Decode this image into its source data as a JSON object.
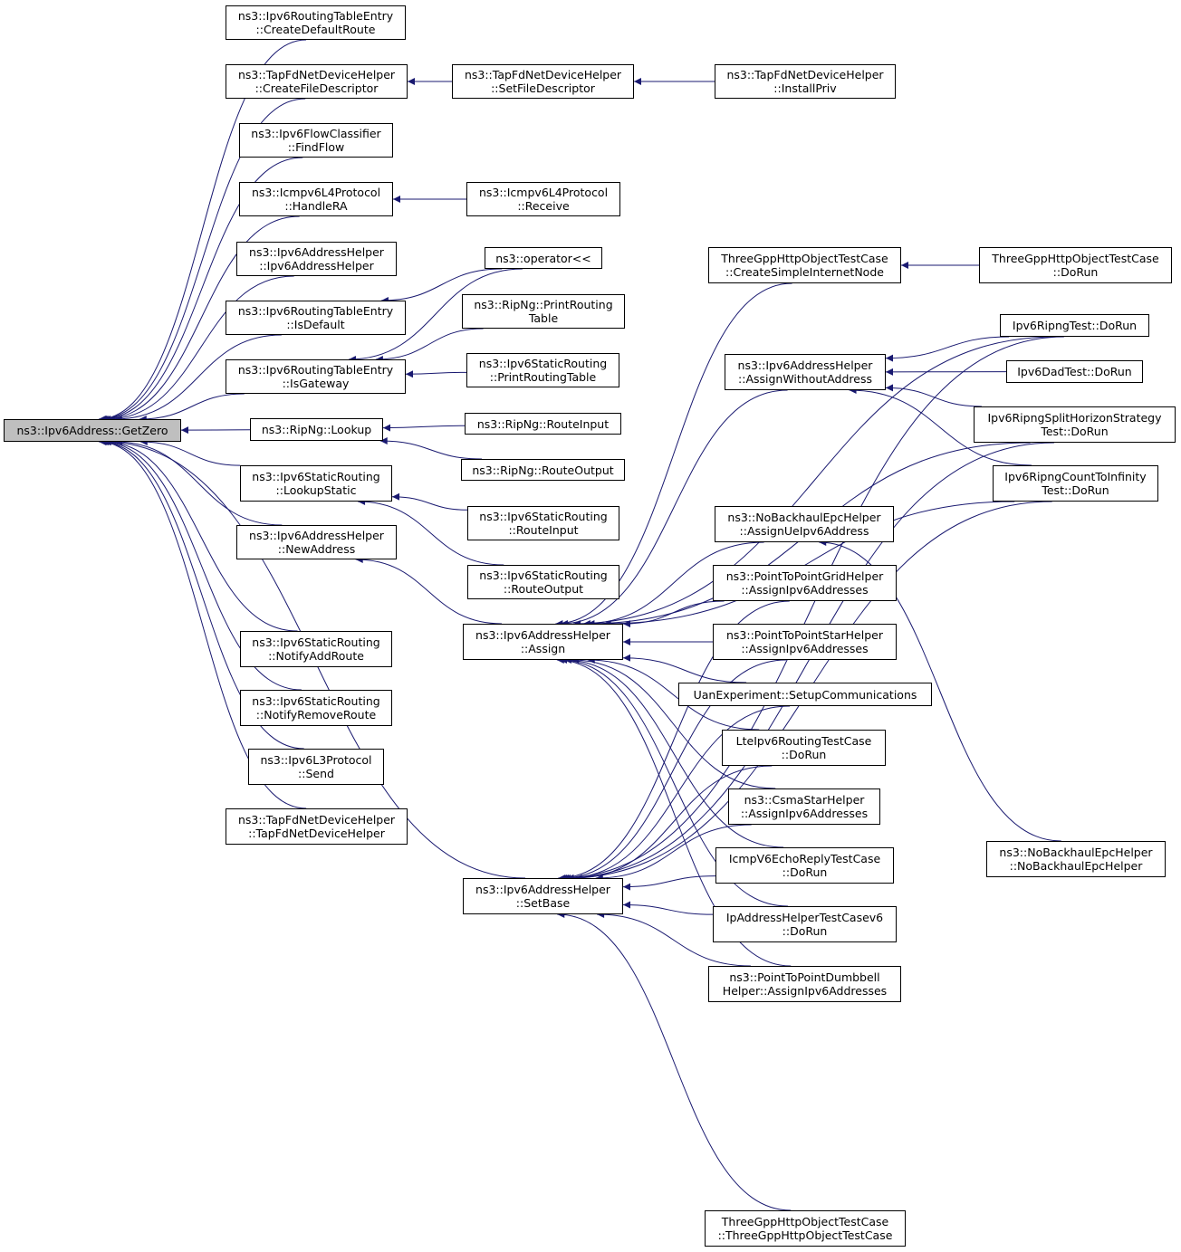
{
  "colors": {
    "edge": "#191970",
    "root_fill": "#bfbfbf",
    "node_fill": "#ffffff",
    "border": "#000000"
  },
  "nodes": [
    {
      "id": "root",
      "lines": [
        "ns3::Ipv6Address::GetZero"
      ],
      "root": true
    },
    {
      "id": "createDefaultRoute",
      "lines": [
        "ns3::Ipv6RoutingTableEntry",
        "::CreateDefaultRoute"
      ]
    },
    {
      "id": "tapCreateFD",
      "lines": [
        "ns3::TapFdNetDeviceHelper",
        "::CreateFileDescriptor"
      ]
    },
    {
      "id": "tapSetFD",
      "lines": [
        "ns3::TapFdNetDeviceHelper",
        "::SetFileDescriptor"
      ]
    },
    {
      "id": "tapInstallPriv",
      "lines": [
        "ns3::TapFdNetDeviceHelper",
        "::InstallPriv"
      ]
    },
    {
      "id": "findFlow",
      "lines": [
        "ns3::Ipv6FlowClassifier",
        "::FindFlow"
      ]
    },
    {
      "id": "handleRA",
      "lines": [
        "ns3::Icmpv6L4Protocol",
        "::HandleRA"
      ]
    },
    {
      "id": "icmpReceive",
      "lines": [
        "ns3::Icmpv6L4Protocol",
        "::Receive"
      ]
    },
    {
      "id": "addrHelperCtor",
      "lines": [
        "ns3::Ipv6AddressHelper",
        "::Ipv6AddressHelper"
      ]
    },
    {
      "id": "isDefault",
      "lines": [
        "ns3::Ipv6RoutingTableEntry",
        "::IsDefault"
      ]
    },
    {
      "id": "opShift",
      "lines": [
        "ns3::operator<<"
      ]
    },
    {
      "id": "ripPrintTable",
      "lines": [
        "ns3::RipNg::PrintRouting",
        "Table"
      ]
    },
    {
      "id": "isGateway",
      "lines": [
        "ns3::Ipv6RoutingTableEntry",
        "::IsGateway"
      ]
    },
    {
      "id": "staticPrintTable",
      "lines": [
        "ns3::Ipv6StaticRouting",
        "::PrintRoutingTable"
      ]
    },
    {
      "id": "ripLookup",
      "lines": [
        "ns3::RipNg::Lookup"
      ]
    },
    {
      "id": "ripRouteInput",
      "lines": [
        "ns3::RipNg::RouteInput"
      ]
    },
    {
      "id": "ripRouteOutput",
      "lines": [
        "ns3::RipNg::RouteOutput"
      ]
    },
    {
      "id": "lookupStatic",
      "lines": [
        "ns3::Ipv6StaticRouting",
        "::LookupStatic"
      ]
    },
    {
      "id": "staticRouteInput",
      "lines": [
        "ns3::Ipv6StaticRouting",
        "::RouteInput"
      ]
    },
    {
      "id": "newAddress",
      "lines": [
        "ns3::Ipv6AddressHelper",
        "::NewAddress"
      ]
    },
    {
      "id": "staticRouteOutput",
      "lines": [
        "ns3::Ipv6StaticRouting",
        "::RouteOutput"
      ]
    },
    {
      "id": "assign",
      "lines": [
        "ns3::Ipv6AddressHelper",
        "::Assign"
      ]
    },
    {
      "id": "notifyAdd",
      "lines": [
        "ns3::Ipv6StaticRouting",
        "::NotifyAddRoute"
      ]
    },
    {
      "id": "notifyRemove",
      "lines": [
        "ns3::Ipv6StaticRouting",
        "::NotifyRemoveRoute"
      ]
    },
    {
      "id": "l3Send",
      "lines": [
        "ns3::Ipv6L3Protocol",
        "::Send"
      ]
    },
    {
      "id": "tapCtor",
      "lines": [
        "ns3::TapFdNetDeviceHelper",
        "::TapFdNetDeviceHelper"
      ]
    },
    {
      "id": "setBase",
      "lines": [
        "ns3::Ipv6AddressHelper",
        "::SetBase"
      ]
    },
    {
      "id": "httpCreateNode",
      "lines": [
        "ThreeGppHttpObjectTestCase",
        "::CreateSimpleInternetNode"
      ]
    },
    {
      "id": "httpDoRun",
      "lines": [
        "ThreeGppHttpObjectTestCase",
        "::DoRun"
      ]
    },
    {
      "id": "ripngTest",
      "lines": [
        "Ipv6RipngTest::DoRun"
      ]
    },
    {
      "id": "assignWithout",
      "lines": [
        "ns3::Ipv6AddressHelper",
        "::AssignWithoutAddress"
      ]
    },
    {
      "id": "dadTest",
      "lines": [
        "Ipv6DadTest::DoRun"
      ]
    },
    {
      "id": "splitHorizon",
      "lines": [
        "Ipv6RipngSplitHorizonStrategy",
        "Test::DoRun"
      ]
    },
    {
      "id": "countToInf",
      "lines": [
        "Ipv6RipngCountToInfinity",
        "Test::DoRun"
      ]
    },
    {
      "id": "assignUeIpv6",
      "lines": [
        "ns3::NoBackhaulEpcHelper",
        "::AssignUeIpv6Address"
      ]
    },
    {
      "id": "gridAssign",
      "lines": [
        "ns3::PointToPointGridHelper",
        "::AssignIpv6Addresses"
      ]
    },
    {
      "id": "starAssign",
      "lines": [
        "ns3::PointToPointStarHelper",
        "::AssignIpv6Addresses"
      ]
    },
    {
      "id": "uanSetup",
      "lines": [
        "UanExperiment::SetupCommunications"
      ]
    },
    {
      "id": "lteTest",
      "lines": [
        "LteIpv6RoutingTestCase",
        "::DoRun"
      ]
    },
    {
      "id": "csmaStar",
      "lines": [
        "ns3::CsmaStarHelper",
        "::AssignIpv6Addresses"
      ]
    },
    {
      "id": "icmpEcho",
      "lines": [
        "IcmpV6EchoReplyTestCase",
        "::DoRun"
      ]
    },
    {
      "id": "noBackhaulCtor",
      "lines": [
        "ns3::NoBackhaulEpcHelper",
        "::NoBackhaulEpcHelper"
      ]
    },
    {
      "id": "ipHelperTest",
      "lines": [
        "IpAddressHelperTestCasev6",
        "::DoRun"
      ]
    },
    {
      "id": "dumbbell",
      "lines": [
        "ns3::PointToPointDumbbell",
        "Helper::AssignIpv6Addresses"
      ]
    },
    {
      "id": "httpCtor",
      "lines": [
        "ThreeGppHttpObjectTestCase",
        "::ThreeGppHttpObjectTestCase"
      ]
    }
  ],
  "edges": [
    [
      "createDefaultRoute",
      "root"
    ],
    [
      "tapCreateFD",
      "root"
    ],
    [
      "findFlow",
      "root"
    ],
    [
      "handleRA",
      "root"
    ],
    [
      "addrHelperCtor",
      "root"
    ],
    [
      "isDefault",
      "root"
    ],
    [
      "isGateway",
      "root"
    ],
    [
      "ripLookup",
      "root"
    ],
    [
      "lookupStatic",
      "root"
    ],
    [
      "newAddress",
      "root"
    ],
    [
      "notifyAdd",
      "root"
    ],
    [
      "notifyRemove",
      "root"
    ],
    [
      "l3Send",
      "root"
    ],
    [
      "tapCtor",
      "root"
    ],
    [
      "setBase",
      "root"
    ],
    [
      "tapSetFD",
      "tapCreateFD"
    ],
    [
      "tapInstallPriv",
      "tapSetFD"
    ],
    [
      "icmpReceive",
      "handleRA"
    ],
    [
      "opShift",
      "isDefault"
    ],
    [
      "opShift",
      "isGateway"
    ],
    [
      "ripPrintTable",
      "isGateway"
    ],
    [
      "staticPrintTable",
      "isGateway"
    ],
    [
      "ripRouteInput",
      "ripLookup"
    ],
    [
      "ripRouteOutput",
      "ripLookup"
    ],
    [
      "staticRouteInput",
      "lookupStatic"
    ],
    [
      "staticRouteOutput",
      "lookupStatic"
    ],
    [
      "assign",
      "newAddress"
    ],
    [
      "httpCreateNode",
      "assign"
    ],
    [
      "ripngTest",
      "assign"
    ],
    [
      "assignWithout",
      "assign"
    ],
    [
      "splitHorizon",
      "assign"
    ],
    [
      "countToInf",
      "assign"
    ],
    [
      "assignUeIpv6",
      "assign"
    ],
    [
      "gridAssign",
      "assign"
    ],
    [
      "starAssign",
      "assign"
    ],
    [
      "uanSetup",
      "assign"
    ],
    [
      "lteTest",
      "assign"
    ],
    [
      "csmaStar",
      "assign"
    ],
    [
      "icmpEcho",
      "assign"
    ],
    [
      "ipHelperTest",
      "assign"
    ],
    [
      "dumbbell",
      "assign"
    ],
    [
      "httpDoRun",
      "httpCreateNode"
    ],
    [
      "ripngTest",
      "assignWithout"
    ],
    [
      "dadTest",
      "assignWithout"
    ],
    [
      "splitHorizon",
      "assignWithout"
    ],
    [
      "countToInf",
      "assignWithout"
    ],
    [
      "noBackhaulCtor",
      "assignUeIpv6"
    ],
    [
      "gridAssign",
      "setBase"
    ],
    [
      "starAssign",
      "setBase"
    ],
    [
      "uanSetup",
      "setBase"
    ],
    [
      "lteTest",
      "setBase"
    ],
    [
      "csmaStar",
      "setBase"
    ],
    [
      "icmpEcho",
      "setBase"
    ],
    [
      "ipHelperTest",
      "setBase"
    ],
    [
      "dumbbell",
      "setBase"
    ],
    [
      "ripngTest",
      "setBase"
    ],
    [
      "splitHorizon",
      "setBase"
    ],
    [
      "countToInf",
      "setBase"
    ],
    [
      "httpCtor",
      "setBase"
    ]
  ]
}
